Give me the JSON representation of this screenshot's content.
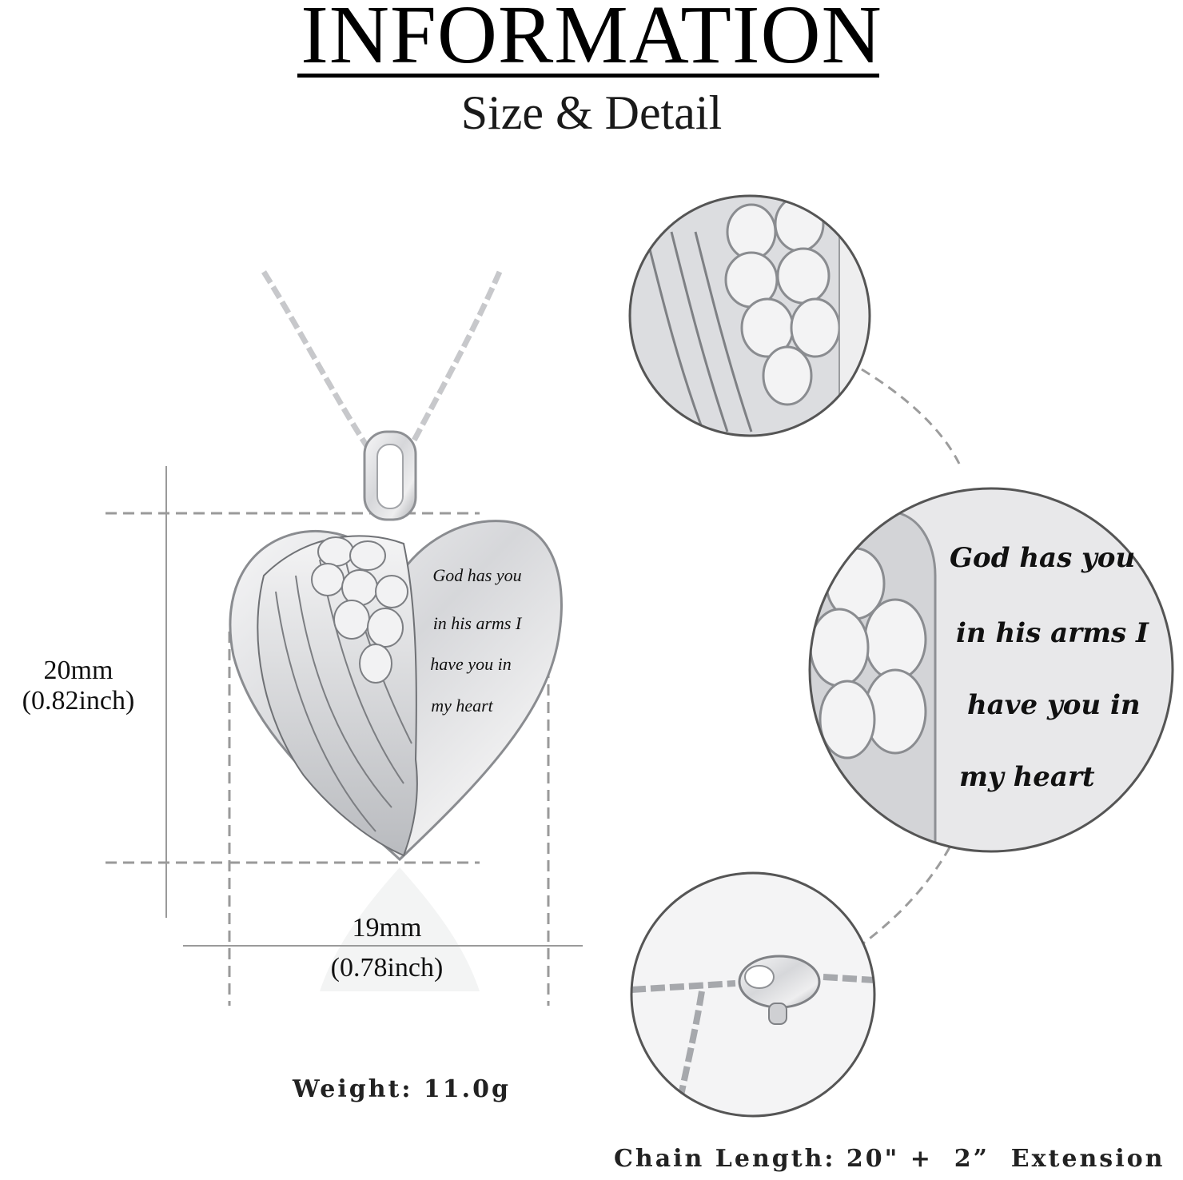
{
  "header": {
    "title": "INFORMATION",
    "subtitle": "Size & Detail"
  },
  "dimensions": {
    "height_mm": "20mm",
    "height_inch": "(0.82inch)",
    "width_mm": "19mm",
    "width_inch": "(0.78inch)"
  },
  "engraving": {
    "line1": "God has you",
    "line2": "in his arms I",
    "line3": "have you in",
    "line4": "my heart"
  },
  "specs": {
    "weight": "Weight: 11.0g",
    "chain_length": "Chain Length: 20\" +  2”  Extension"
  },
  "colors": {
    "text": "#111111",
    "guide": "#9a9a9a",
    "silver": "#d9dadc"
  }
}
